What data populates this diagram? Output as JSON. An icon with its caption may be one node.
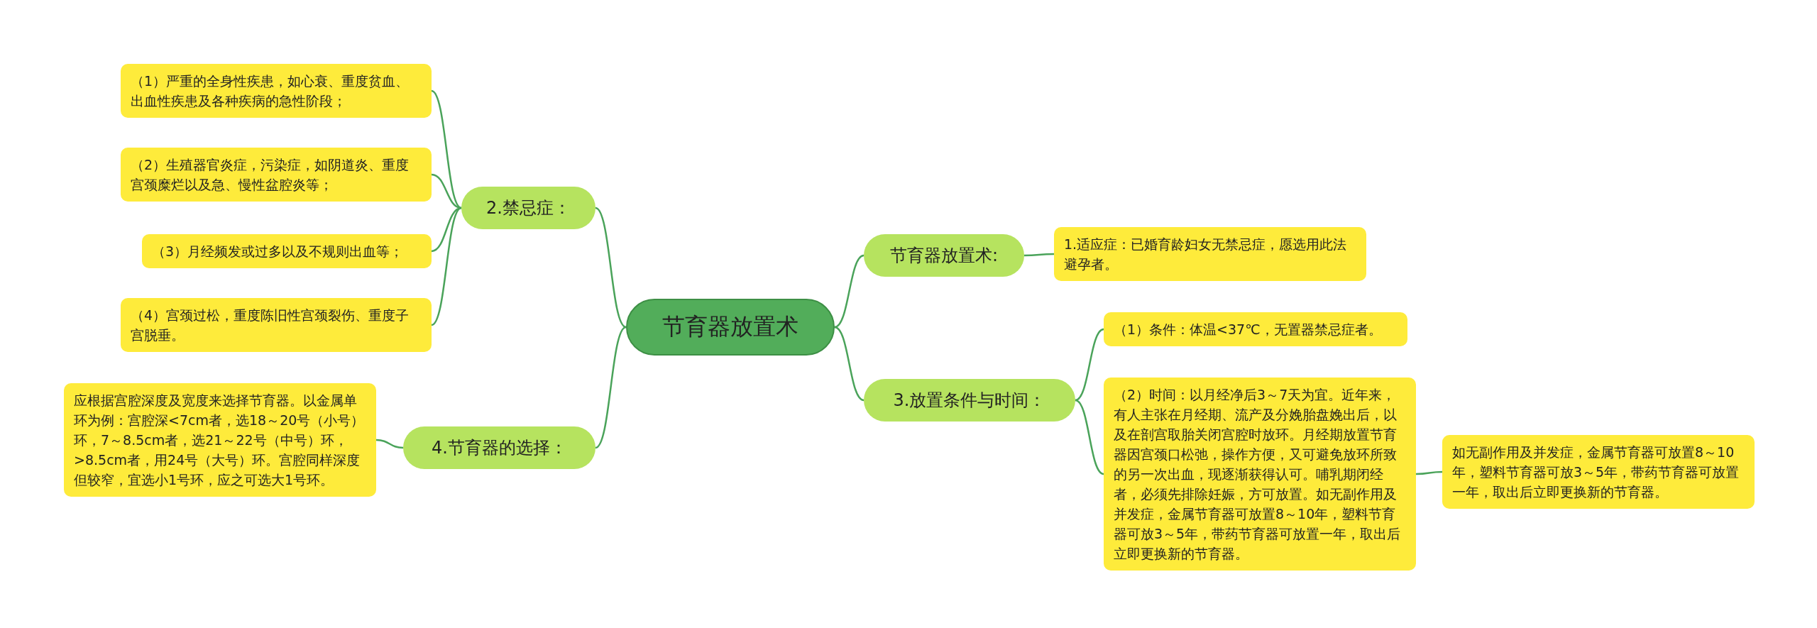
{
  "diagram": {
    "nodes": [
      {
        "text": [
          "节育器放置术"
        ]
      },
      {
        "text": [
          "2.禁忌症："
        ]
      },
      {
        "text": [
          "（1）严重的全身性疾患，如心衰、重度贫血、出血性疾患及各种疾病的急性阶段；"
        ]
      },
      {
        "text": [
          "（2）生殖器官炎症，污染症，如阴道炎、重度宫颈糜烂以及急、慢性盆腔炎等；"
        ]
      },
      {
        "text": [
          "（3）月经频发或过多以及不规则出血等；"
        ]
      },
      {
        "text": [
          "（4）宫颈过松，重度陈旧性宫颈裂伤、重度子宫脱垂。"
        ]
      },
      {
        "text": [
          "节育器放置术:"
        ]
      },
      {
        "text": [
          "1.适应症：已婚育龄妇女无禁忌症，愿选用此法避孕者。"
        ]
      },
      {
        "text": [
          "3.放置条件与时间："
        ]
      },
      {
        "text": [
          "（1）条件：体温<37℃，无置器禁忌症者。"
        ]
      },
      {
        "text": [
          "（2）时间：以月经净后3～7天为宜。近年来，有人主张在月经期、流产及分娩胎盘娩出后，以及在剖宫取胎关闭宫腔时放环。月经期放置节育器因宫颈口松弛，操作方便，又可避免放环所致的另一次出血，现逐渐获得认可。哺乳期闭经者，必须先排除妊娠，方可放置。如无副作用及并发症，金属节育器可放置8～10年，塑料节育器可放3～5年，带药节育器可放置一年，取出后立即更换新的节育器。"
        ]
      },
      {
        "text": [
          "如无副作用及并发症，金属节育器可放置8～10年，塑料节育器可放3～5年，带药节育器可放置一年，取出后立即更换新的节育器。"
        ]
      },
      {
        "text": [
          "4.节育器的选择："
        ]
      },
      {
        "text": [
          "应根据宫腔深度及宽度来选择节育器。以金属单环为例：宫腔深<7cm者，选18～20号（小号）环，7～8.5cm者，选21～22号（中号）环，>8.5cm者，用24号（大号）环。宫腔同样深度但较窄，宜选小1号环，应之可选大1号环。"
        ]
      }
    ],
    "edges": [
      {
        "from": 0,
        "to": 1,
        "arrow": "none"
      },
      {
        "from": 1,
        "to": 2,
        "arrow": "none"
      },
      {
        "from": 1,
        "to": 3,
        "arrow": "none"
      },
      {
        "from": 1,
        "to": 4,
        "arrow": "none"
      },
      {
        "from": 1,
        "to": 5,
        "arrow": "none"
      },
      {
        "from": 0,
        "to": 6,
        "arrow": "none"
      },
      {
        "from": 6,
        "to": 7,
        "arrow": "none"
      },
      {
        "from": 0,
        "to": 8,
        "arrow": "none"
      },
      {
        "from": 8,
        "to": 9,
        "arrow": "none"
      },
      {
        "from": 8,
        "to": 10,
        "arrow": "none"
      },
      {
        "from": 10,
        "to": 11,
        "arrow": "none"
      },
      {
        "from": 0,
        "to": 12,
        "arrow": "none"
      },
      {
        "from": 12,
        "to": 13,
        "arrow": "none"
      }
    ]
  }
}
